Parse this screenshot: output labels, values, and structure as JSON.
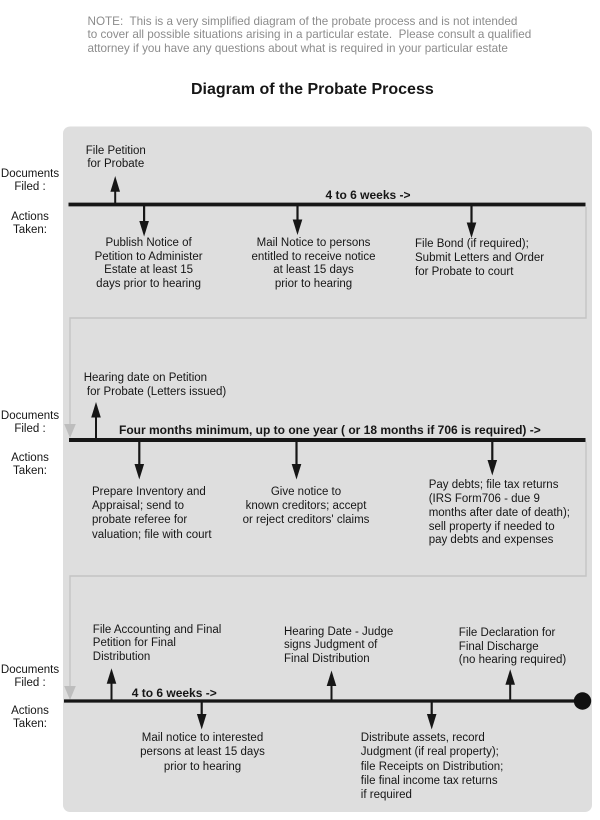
{
  "note": {
    "lines": [
      "NOTE:  This is a very simplified diagram of the probate process and is not intended",
      "to cover all possible situations arising in a particular estate.  Please consult a qualified",
      "attorney if you have any questions about what is required in your particular estate"
    ]
  },
  "title": "Diagram of the Probate Process",
  "rows": [
    {
      "documents_filed_label": [
        "Documents",
        "Filed :"
      ],
      "actions_taken_label": [
        "Actions",
        "Taken:"
      ],
      "duration_label": "4 to 6 weeks ->",
      "documents_filed": [
        {
          "lines": [
            "File Petition",
            "for Probate"
          ]
        }
      ],
      "actions_taken": [
        {
          "lines": [
            "Publish Notice of",
            "Petition to Administer",
            "Estate at least 15",
            "days prior to hearing"
          ]
        },
        {
          "lines": [
            "Mail Notice to persons",
            "entitled to receive notice",
            "at least 15 days",
            "prior to hearing"
          ]
        },
        {
          "lines": [
            "File Bond (if required);",
            "Submit Letters and Order",
            "for Probate to court"
          ]
        }
      ]
    },
    {
      "documents_filed_label": [
        "Documents",
        "Filed :"
      ],
      "actions_taken_label": [
        "Actions",
        "Taken:"
      ],
      "duration_label": "Four months minimum, up to one year ( or 18 months if 706 is required) ->",
      "documents_filed": [
        {
          "lines": [
            "Hearing date on Petition",
            " for Probate (Letters issued)"
          ]
        }
      ],
      "actions_taken": [
        {
          "lines": [
            "Prepare Inventory and",
            "Appraisal; send to",
            "probate referee for",
            "valuation; file with court"
          ]
        },
        {
          "lines": [
            "Give notice to",
            "known creditors; accept",
            "or reject creditors' claims"
          ]
        },
        {
          "lines": [
            "Pay debts; file tax returns",
            "(IRS Form706 - due 9",
            "months after date of death);",
            "sell property if needed to",
            "pay debts and expenses"
          ]
        }
      ]
    },
    {
      "documents_filed_label": [
        "Documents",
        "Filed :"
      ],
      "actions_taken_label": [
        "Actions",
        "Taken:"
      ],
      "duration_label": "4 to 6 weeks ->",
      "documents_filed": [
        {
          "lines": [
            "File Accounting and Final",
            "Petition for Final",
            "Distribution"
          ]
        },
        {
          "lines": [
            "Hearing Date - Judge",
            "signs Judgment of",
            "Final Distribution"
          ]
        },
        {
          "lines": [
            "File Declaration for",
            "Final Discharge",
            "(no hearing required)"
          ]
        }
      ],
      "actions_taken": [
        {
          "lines": [
            "Mail notice to interested",
            "persons at least 15 days",
            "prior to hearing"
          ]
        },
        {
          "lines": [
            "Distribute assets, record",
            "Judgment (if real property);",
            "file Receipts on Distribution;",
            "file final income tax returns",
            "if required"
          ]
        }
      ]
    }
  ],
  "colors": {
    "panel_fill": "#dedede",
    "ink": "#161616",
    "connector": "#c4c4c4",
    "note_text": "#8c8c8c"
  }
}
